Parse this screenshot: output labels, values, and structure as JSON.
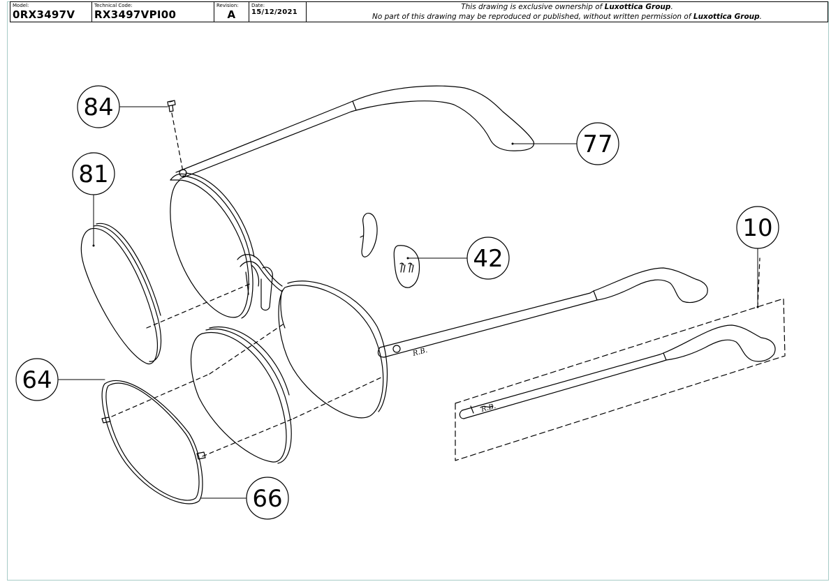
{
  "title_block": {
    "model": {
      "label": "Model:",
      "value": "0RX3497V"
    },
    "technical_code": {
      "label": "Technical Code:",
      "value": "RX3497VPI00"
    },
    "revision": {
      "label": "Revision:",
      "value": "A"
    },
    "date": {
      "label": "Date:",
      "value": "15/12/2021"
    },
    "notice": {
      "line1_prefix": "This drawing is exclusive ownership of ",
      "line1_owner": "Luxottica Group",
      "line1_suffix": ".",
      "line2_prefix": "No part of this drawing may be reproduced or published, without written permission of ",
      "line2_owner": "Luxottica Group",
      "line2_suffix": "."
    }
  },
  "callouts": {
    "c84": "84",
    "c81": "81",
    "c77": "77",
    "c42": "42",
    "c10": "10",
    "c64": "64",
    "c66": "66"
  },
  "temple_logo": "R.B.",
  "colors": {
    "line": "#000000",
    "sheet_border": "#a6cbc6"
  }
}
